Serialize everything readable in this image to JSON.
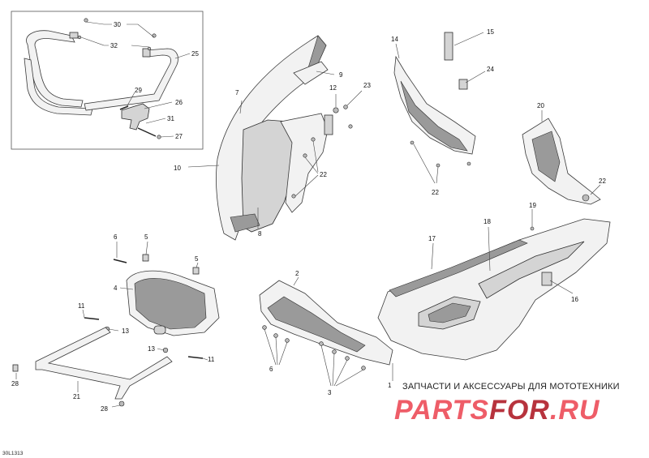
{
  "diagram": {
    "code": "30L1313",
    "watermark": {
      "tagline": "ЗАПЧАСТИ И АКСЕССУАРЫ ДЛЯ МОТОТЕХНИКИ",
      "logo_main": "PARTS",
      "logo_for": "FOR",
      "logo_tld": ".RU"
    },
    "callouts": {
      "c1": "1",
      "c2": "2",
      "c3": "3",
      "c4": "4",
      "c5a": "5",
      "c5b": "5",
      "c6a": "6",
      "c6b": "6",
      "c7": "7",
      "c8": "8",
      "c9": "9",
      "c10": "10",
      "c11a": "11",
      "c11b": "11",
      "c12": "12",
      "c13a": "13",
      "c13b": "13",
      "c14": "14",
      "c15": "15",
      "c16": "16",
      "c17": "17",
      "c18": "18",
      "c19": "19",
      "c20": "20",
      "c21": "21",
      "c22a": "22",
      "c22b": "22",
      "c22c": "22",
      "c23": "23",
      "c24": "24",
      "c25": "25",
      "c26": "26",
      "c27": "27",
      "c28a": "28",
      "c28b": "28",
      "c29": "29",
      "c30": "30",
      "c31": "31",
      "c32": "32"
    }
  }
}
